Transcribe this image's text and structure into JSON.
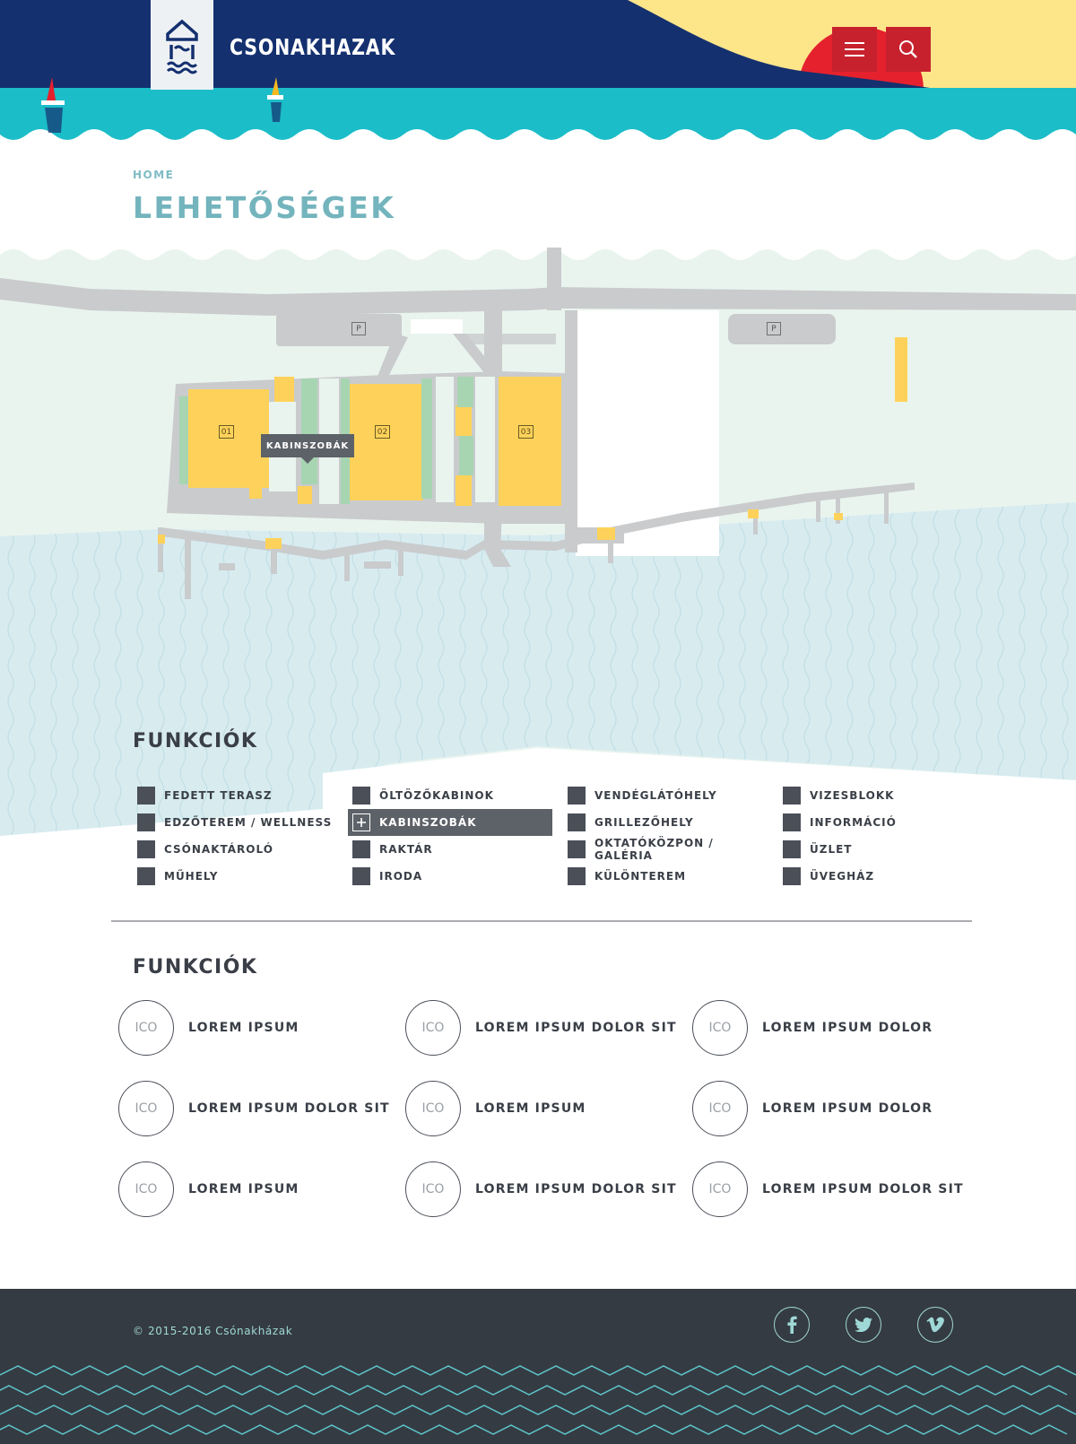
{
  "header": {
    "brand": "CSONAKHAZAK",
    "menu_icon": "hamburger-icon",
    "search_icon": "search-icon",
    "colors": {
      "navy": "#14306f",
      "sea": "#1bbdc8",
      "sun": "#e5212e",
      "sand": "#fde58a"
    }
  },
  "breadcrumb": {
    "home": "HOME"
  },
  "page": {
    "title": "LEHETŐSÉGEK"
  },
  "map": {
    "tooltip": "KABINSZOBÁK",
    "buildings": [
      "01",
      "02",
      "03"
    ],
    "parking_label": "P",
    "colors": {
      "land": "#eaf4ee",
      "water": "#d8ecf0",
      "road": "#c9cbcd",
      "building": "#fed25a",
      "green": "#a7d5b2"
    }
  },
  "functions_section": {
    "title": "FUNKCIÓK",
    "columns": [
      [
        "FEDETT TERASZ",
        "EDZŐTEREM / WELLNESS",
        "CSÓNAKTÁROLÓ",
        "MŰHELY"
      ],
      [
        "ÖLTÖZŐKABINOK",
        "KABINSZOBÁK",
        "RAKTÁR",
        "IRODA"
      ],
      [
        "VENDÉGLÁTÓHELY",
        "GRILLEZŐHELY",
        "OKTATÓKÖZPON / GALÉRIA",
        "KÜLÖNTEREM"
      ],
      [
        "VIZESBLOKK",
        "INFORMÁCIÓ",
        "ÜZLET",
        "ÜVEGHÁZ"
      ]
    ],
    "active": "KABINSZOBÁK"
  },
  "features_section": {
    "title": "FUNKCIÓK",
    "icon_placeholder": "ICO",
    "items": [
      "LOREM IPSUM",
      "LOREM IPSUM DOLOR SIT",
      "LOREM IPSUM DOLOR",
      "LOREM IPSUM DOLOR SIT",
      "LOREM IPSUM",
      "LOREM IPSUM DOLOR",
      "LOREM IPSUM",
      "LOREM IPSUM DOLOR SIT",
      "LOREM IPSUM DOLOR SIT"
    ]
  },
  "footer": {
    "copyright": "© 2015-2016 Csónakházak",
    "social": [
      {
        "name": "facebook-icon",
        "glyph": "f"
      },
      {
        "name": "twitter-icon",
        "glyph": "t"
      },
      {
        "name": "vimeo-icon",
        "glyph": "v"
      }
    ]
  }
}
